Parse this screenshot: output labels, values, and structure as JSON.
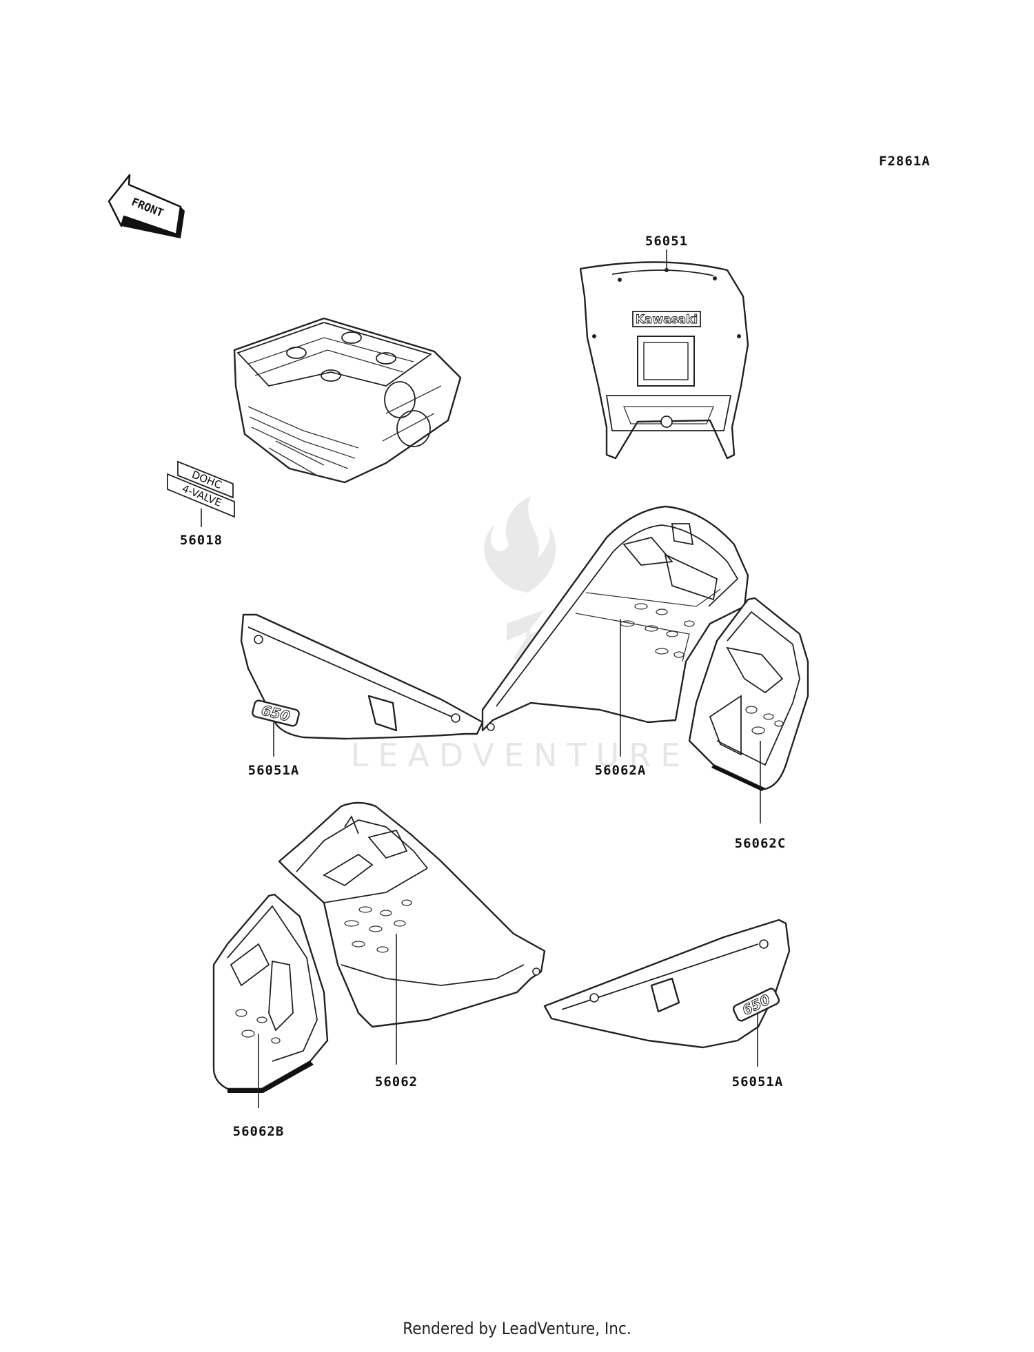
{
  "figure_code": "F2861A",
  "front_label": "FRONT",
  "badges": {
    "dohc_text": "DOHC",
    "valve_text": "4-VALVE",
    "kawasaki_text": "Kawasaki",
    "displacement_text": "650"
  },
  "callouts": [
    {
      "id": "56051",
      "text": "56051"
    },
    {
      "id": "56018",
      "text": "56018"
    },
    {
      "id": "56051A-left",
      "text": "56051A"
    },
    {
      "id": "56062A",
      "text": "56062A"
    },
    {
      "id": "56062C",
      "text": "56062C"
    },
    {
      "id": "56062",
      "text": "56062"
    },
    {
      "id": "56051A-right",
      "text": "56051A"
    },
    {
      "id": "56062B",
      "text": "56062B"
    }
  ],
  "watermark": "LEADVENTURE",
  "footer": "Rendered by LeadVenture, Inc."
}
